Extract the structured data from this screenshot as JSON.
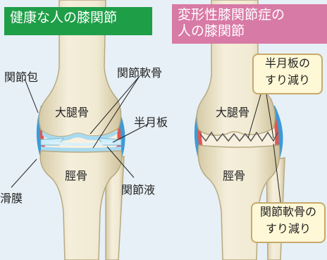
{
  "left_panel": {
    "title": "健康な人の膝関節",
    "labels": {
      "capsule": "関節包",
      "cartilage": "関節軟骨",
      "femur": "大腿骨",
      "meniscus": "半月板",
      "tibia": "脛骨",
      "fluid": "関節液",
      "synovium": "滑膜"
    }
  },
  "right_panel": {
    "title_line1": "変形性膝関節症の",
    "title_line2": "人の膝関節",
    "labels": {
      "femur": "大腿骨",
      "tibia": "脛骨"
    },
    "callout_meniscus": {
      "line1": "半月板の",
      "line2": "すり減り"
    },
    "callout_cartilage": {
      "line1": "関節軟骨の",
      "line2": "すり減り"
    }
  },
  "colors": {
    "background": "#e7f0f6",
    "title_left_bg": "#1f9e48",
    "title_right_bg": "#d87aa6",
    "bone": "#efe7cf",
    "capsule": "#3d9ad6",
    "synovium": "#e4554d",
    "cartilage": "#a8daf0",
    "callout_bg": "#fff8d6"
  }
}
